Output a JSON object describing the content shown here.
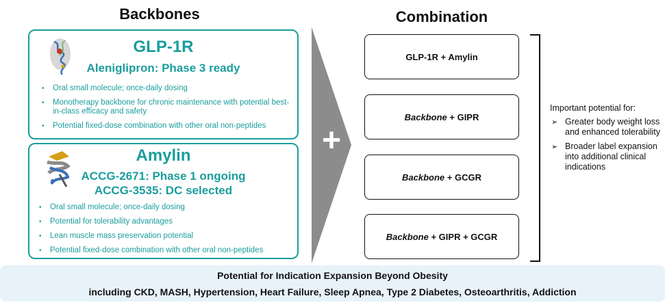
{
  "backbones": {
    "heading": "Backbones",
    "glp1r": {
      "title": "GLP-1R",
      "subtitle": "Aleniglipron: Phase 3 ready",
      "bullets": [
        "Oral small molecule; once-daily dosing",
        "Monotherapy backbone for chronic maintenance with potential best-in-class efficacy and safety",
        "Potential fixed-dose combination with other oral non-peptides"
      ]
    },
    "amylin": {
      "title": "Amylin",
      "subtitle_1": "ACCG-2671: Phase 1 ongoing",
      "subtitle_2": "ACCG-3535: DC selected",
      "bullets": [
        "Oral small molecule; once-daily dosing",
        "Potential for tolerability advantages",
        "Lean muscle mass preservation potential",
        "Potential fixed-dose combination with other oral non-peptides"
      ]
    }
  },
  "plus_symbol": "+",
  "combination": {
    "heading": "Combination",
    "boxes": [
      {
        "italic": "",
        "text": "GLP-1R + Amylin"
      },
      {
        "italic": "Backbone",
        "text": " + GIPR"
      },
      {
        "italic": "Backbone",
        "text": " + GCGR"
      },
      {
        "italic": "Backbone",
        "text": " + GIPR + GCGR"
      }
    ]
  },
  "potential": {
    "title": "Important potential for:",
    "items": [
      "Greater body weight loss and enhanced tolerability",
      "Broader label expansion into additional clinical indications"
    ]
  },
  "bottom": {
    "line1": "Potential for Indication Expansion Beyond Obesity",
    "line2": "including CKD, MASH, Hypertension, Heart Failure, Sleep Apnea, Type 2 Diabetes, Osteoarthritis, Addiction"
  },
  "colors": {
    "teal": "#1b9d9d",
    "arrow_gray": "#8c8c8c",
    "band": "#e7f3f9"
  }
}
